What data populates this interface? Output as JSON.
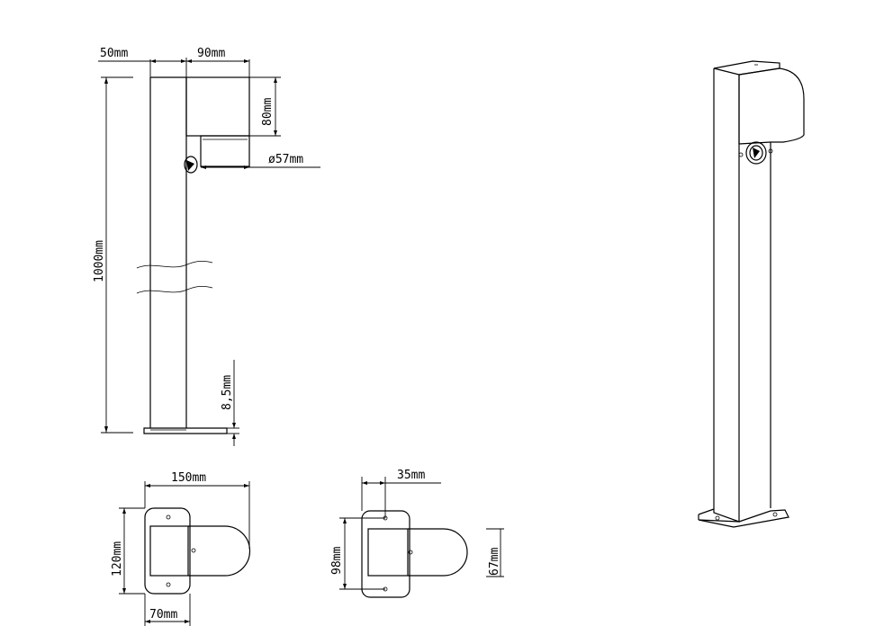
{
  "side_view": {
    "post_width": "50mm",
    "head_depth": "90mm",
    "head_height": "80mm",
    "lens_diameter": "ø57mm",
    "total_height": "1000mm",
    "base_thickness": "8,5mm"
  },
  "top_view_large": {
    "length": "150mm",
    "width": "120mm",
    "post_width": "70mm"
  },
  "top_view_small": {
    "offset": "35mm",
    "width": "98mm",
    "depth": "67mm"
  }
}
